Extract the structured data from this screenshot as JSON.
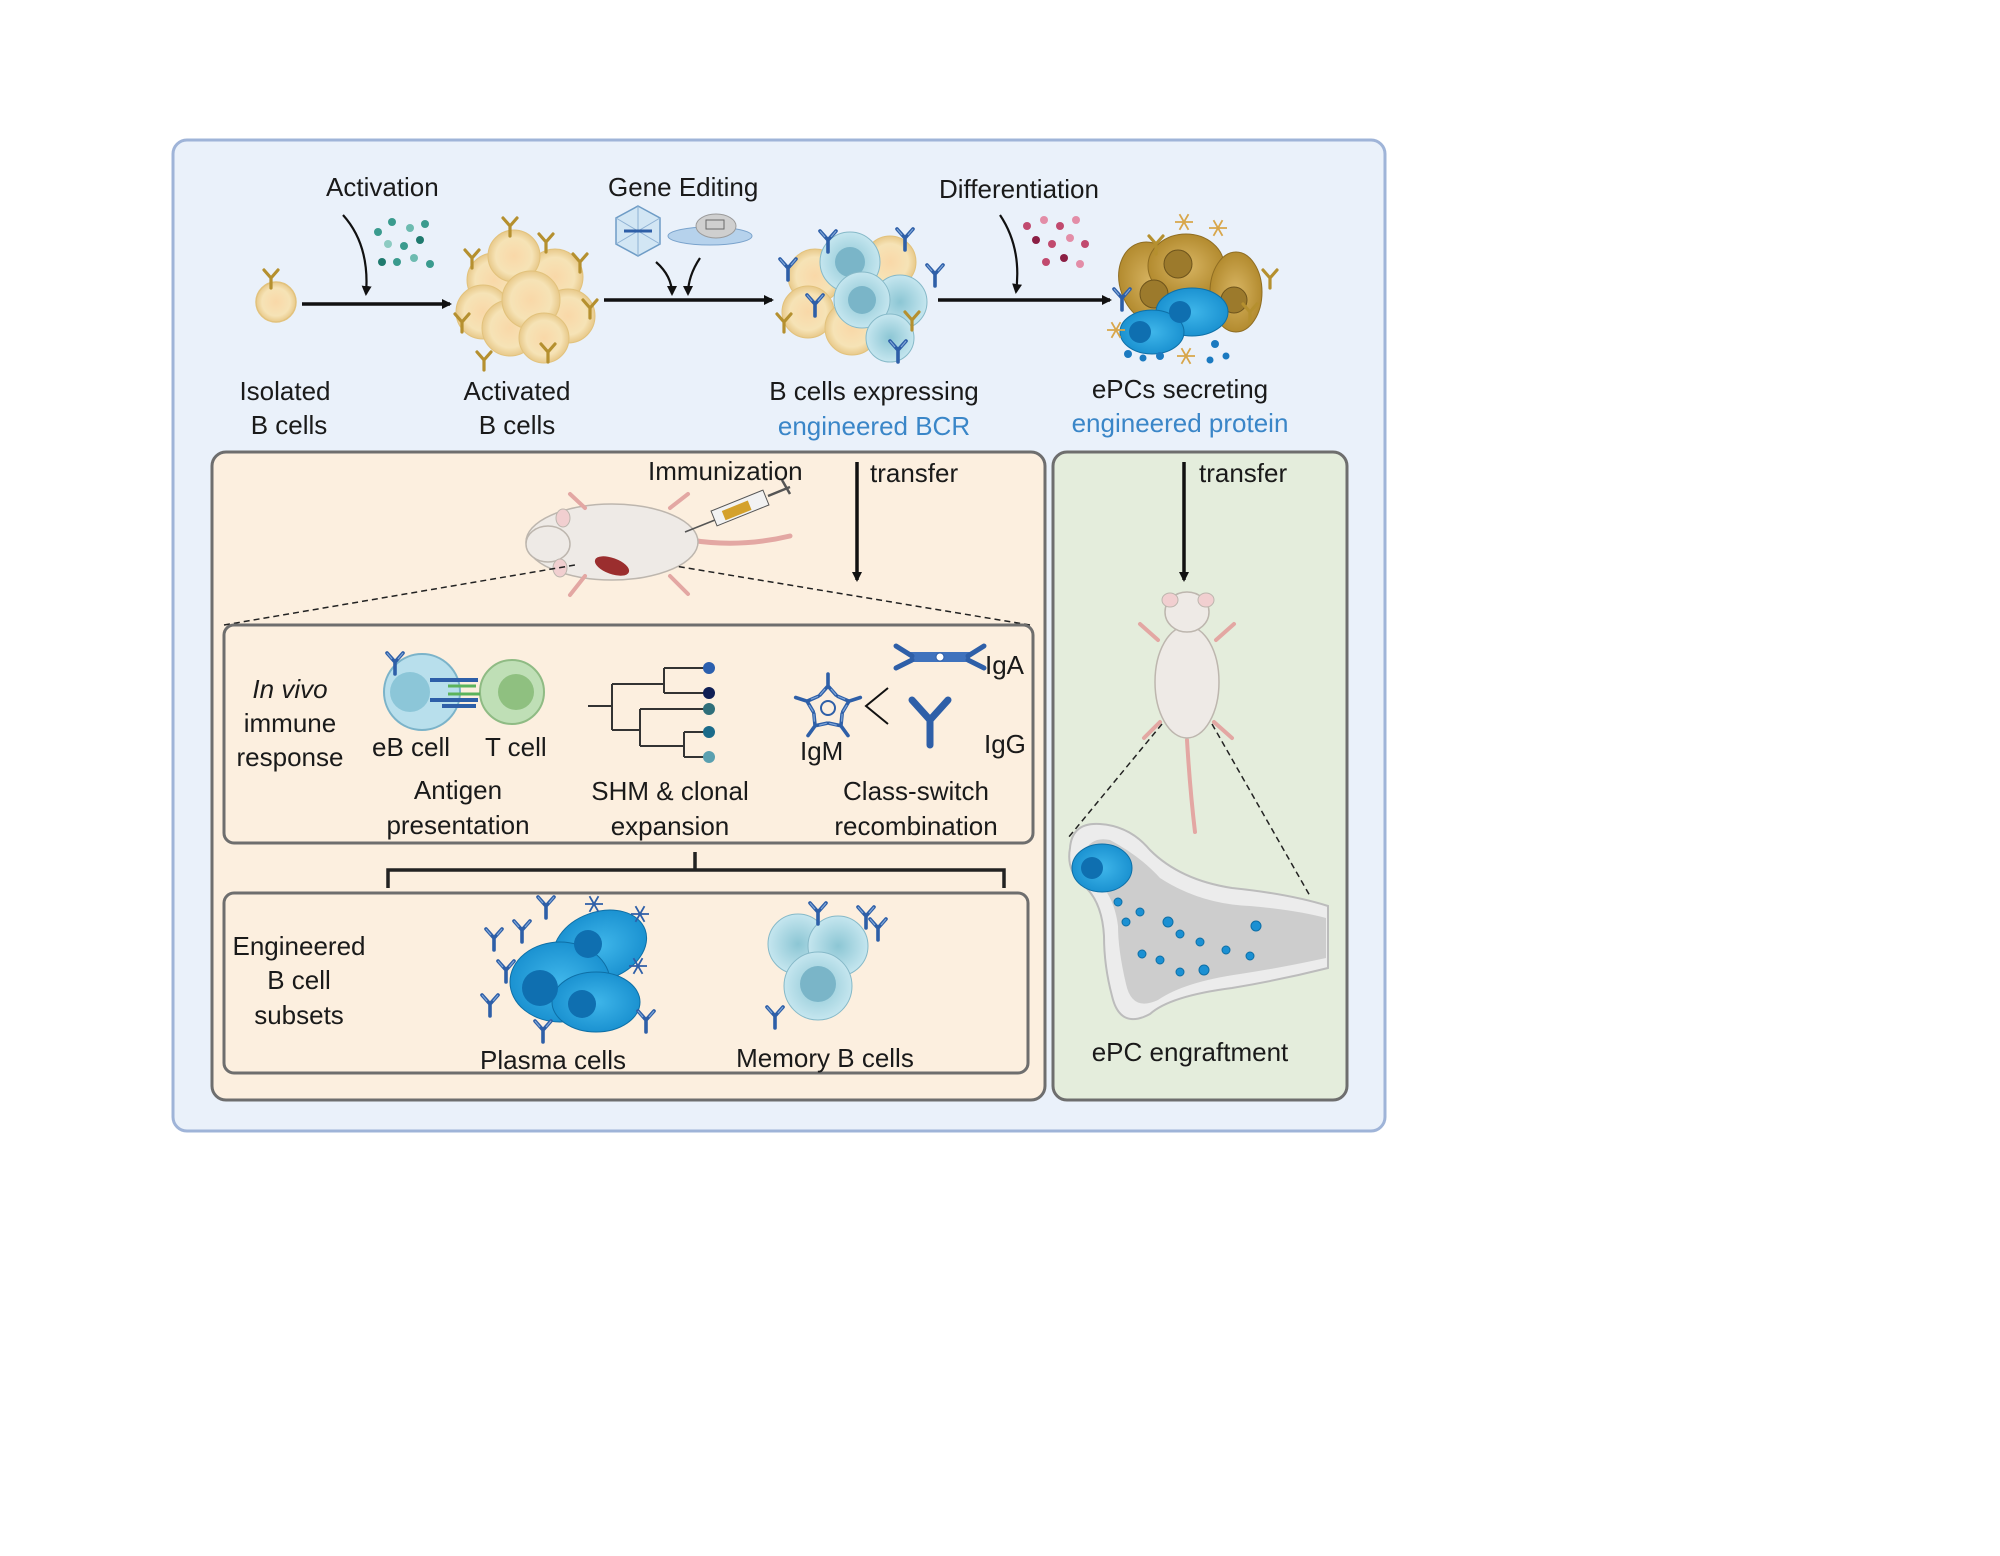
{
  "top_row": {
    "step_labels": {
      "activation": "Activation",
      "gene_editing": "Gene Editing",
      "differentiation": "Differentiation"
    },
    "stages": {
      "isolated": {
        "line1": "Isolated",
        "line2": "B cells"
      },
      "activated": {
        "line1": "Activated",
        "line2": "B cells"
      },
      "engineered_bcr": {
        "line1": "B cells expressing",
        "line2": "engineered BCR"
      },
      "epcs": {
        "line1": "ePCs secreting",
        "line2": "engineered protein"
      }
    }
  },
  "left_panel": {
    "immunization": "Immunization",
    "transfer": "transfer",
    "immune_response": {
      "line1_italic": "In vivo",
      "line2": "immune",
      "line3": "response",
      "eb_cell": "eB cell",
      "t_cell": "T cell",
      "antigen_presentation": {
        "line1": "Antigen",
        "line2": "presentation"
      },
      "shm": {
        "line1": "SHM & clonal",
        "line2": "expansion"
      },
      "igm": "IgM",
      "iga": "IgA",
      "igg": "IgG",
      "class_switch": {
        "line1": "Class-switch",
        "line2": "recombination"
      }
    },
    "subsets": {
      "line1": "Engineered",
      "line2": "B cell",
      "line3": "subsets",
      "plasma_cells": "Plasma cells",
      "memory_b_cells": "Memory B cells"
    }
  },
  "right_panel": {
    "transfer": "transfer",
    "engraftment": "ePC engraftment"
  },
  "colors": {
    "outer_bg": "#eaf1fa",
    "outer_border": "#9fb4d8",
    "left_panel_bg": "#fcefdf",
    "right_panel_bg": "#e4eddc",
    "panel_border": "#6e6e6e",
    "accent_blue": "#3a86c8",
    "b_cell_fill": "#f7e3b4",
    "engineered_cell": "#a8d8e6",
    "plasma_cell": "#1fa8e0",
    "antibody_blue": "#2e5fa8",
    "antibody_gold": "#b5902f"
  }
}
